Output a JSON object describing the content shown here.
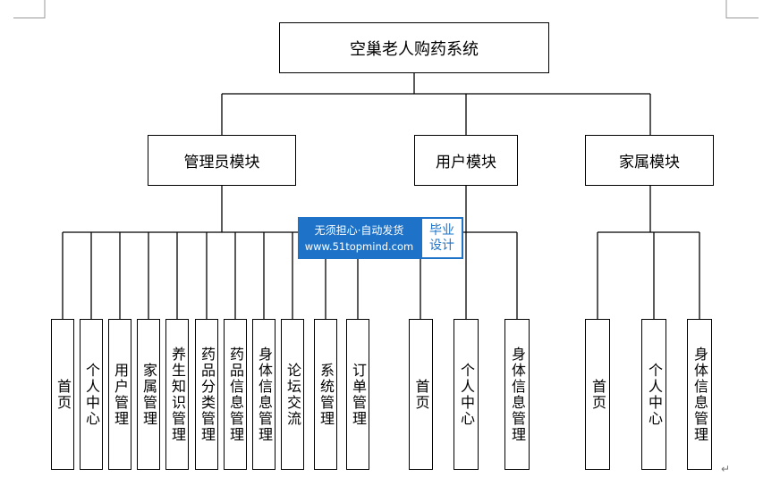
{
  "diagram": {
    "root": {
      "label": "空巢老人购药系统"
    },
    "modules": [
      {
        "label": "管理员模块",
        "children": [
          "首页",
          "个人中心",
          "用户管理",
          "家属管理",
          "养生知识管理",
          "药品分类管理",
          "药品信息管理",
          "身体信息管理",
          "论坛交流",
          "系统管理",
          "订单管理"
        ]
      },
      {
        "label": "用户模块",
        "children": [
          "首页",
          "个人中心",
          "身体信息管理"
        ]
      },
      {
        "label": "家属模块",
        "children": [
          "首页",
          "个人中心",
          "身体信息管理"
        ]
      }
    ]
  },
  "watermark": {
    "line1": "无须担心·自动发货",
    "line2": "www.51topmind.com",
    "side1": "毕业",
    "side2": "设计"
  },
  "paragraph_mark": "↵"
}
